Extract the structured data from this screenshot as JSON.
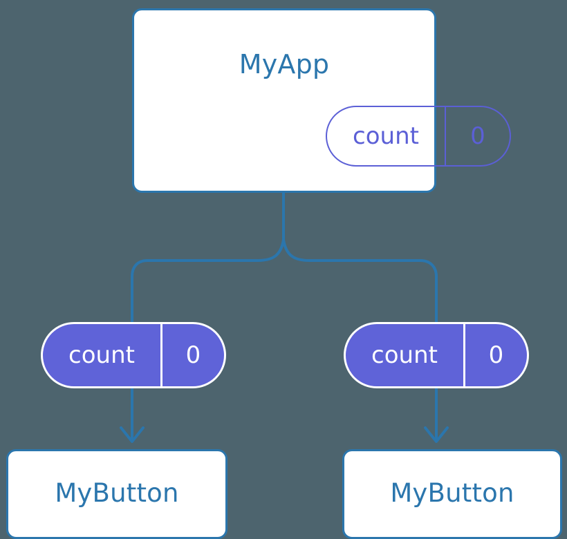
{
  "diagram": {
    "title": "React component tree with count state propagation",
    "background_color": "#4d646e",
    "accent_line_color": "#2b76ad",
    "state_pill_color": "#5f63d8",
    "state_pill_outline_color": "#5b5fd6",
    "card_text_color": "#2b76ad"
  },
  "root": {
    "component_label": "MyApp",
    "state": {
      "key": "count",
      "value": "0"
    }
  },
  "branches": [
    {
      "side": "left",
      "state": {
        "key": "count",
        "value": "0"
      },
      "component_label": "MyButton"
    },
    {
      "side": "right",
      "state": {
        "key": "count",
        "value": "0"
      },
      "component_label": "MyButton"
    }
  ]
}
